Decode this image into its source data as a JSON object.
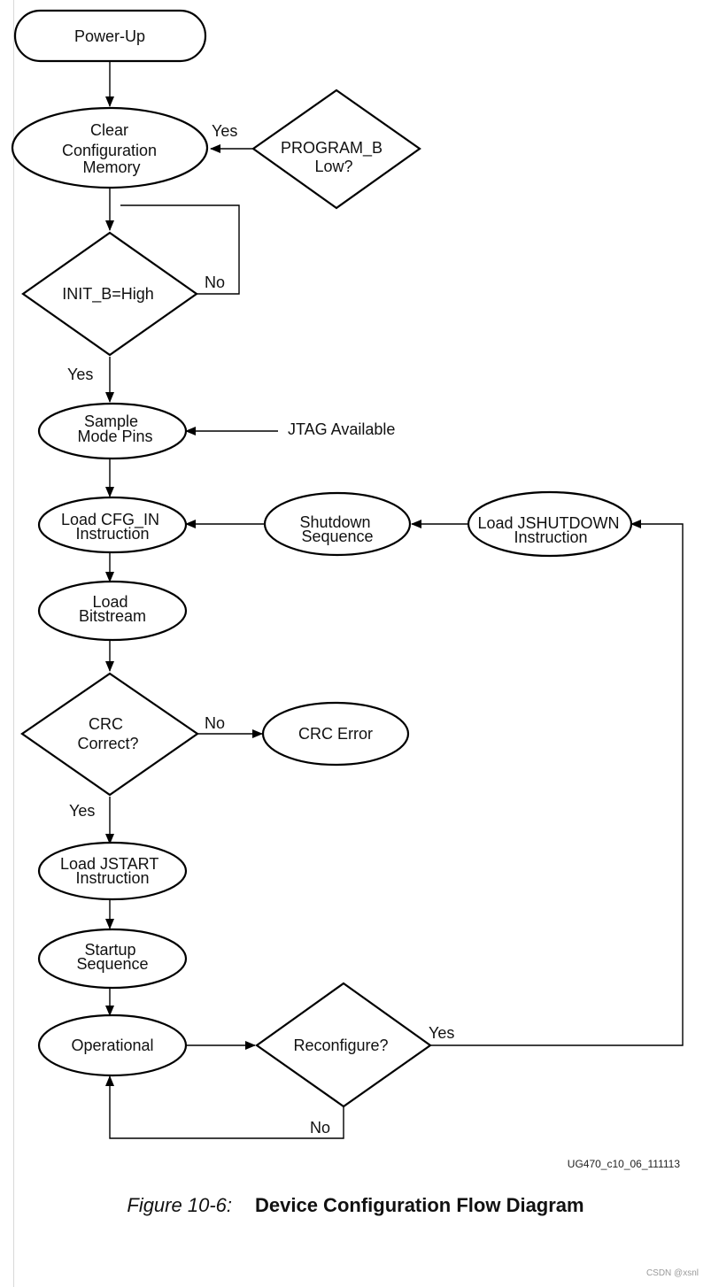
{
  "diagram": {
    "nodes": {
      "power_up": {
        "lines": [
          "Power-Up"
        ]
      },
      "clear_config": {
        "lines": [
          "Clear",
          "Configuration",
          "Memory"
        ]
      },
      "program_b": {
        "lines": [
          "PROGRAM_B",
          "Low?"
        ]
      },
      "init_b": {
        "lines": [
          "INIT_B=High"
        ]
      },
      "sample_mode": {
        "lines": [
          "Sample",
          "Mode Pins"
        ]
      },
      "load_cfg_in": {
        "lines": [
          "Load CFG_IN",
          "Instruction"
        ]
      },
      "shutdown_seq": {
        "lines": [
          "Shutdown",
          "Sequence"
        ]
      },
      "load_jshutdown": {
        "lines": [
          "Load JSHUTDOWN",
          "Instruction"
        ]
      },
      "load_bitstream": {
        "lines": [
          "Load",
          "Bitstream"
        ]
      },
      "crc_correct": {
        "lines": [
          "CRC",
          "Correct?"
        ]
      },
      "crc_error": {
        "lines": [
          "CRC Error"
        ]
      },
      "load_jstart": {
        "lines": [
          "Load JSTART",
          "Instruction"
        ]
      },
      "startup_seq": {
        "lines": [
          "Startup",
          "Sequence"
        ]
      },
      "operational": {
        "lines": [
          "Operational"
        ]
      },
      "reconfigure": {
        "lines": [
          "Reconfigure?"
        ]
      }
    },
    "labels": {
      "program_b_yes": "Yes",
      "init_b_no": "No",
      "init_b_yes": "Yes",
      "jtag_available": "JTAG Available",
      "crc_no": "No",
      "crc_yes": "Yes",
      "reconfigure_yes": "Yes",
      "reconfigure_no": "No"
    }
  },
  "figure_id": "UG470_c10_06_111113",
  "caption": {
    "figure_number": "Figure 10-6:",
    "title": "Device Configuration Flow Diagram"
  },
  "watermark": "CSDN @xsnl"
}
